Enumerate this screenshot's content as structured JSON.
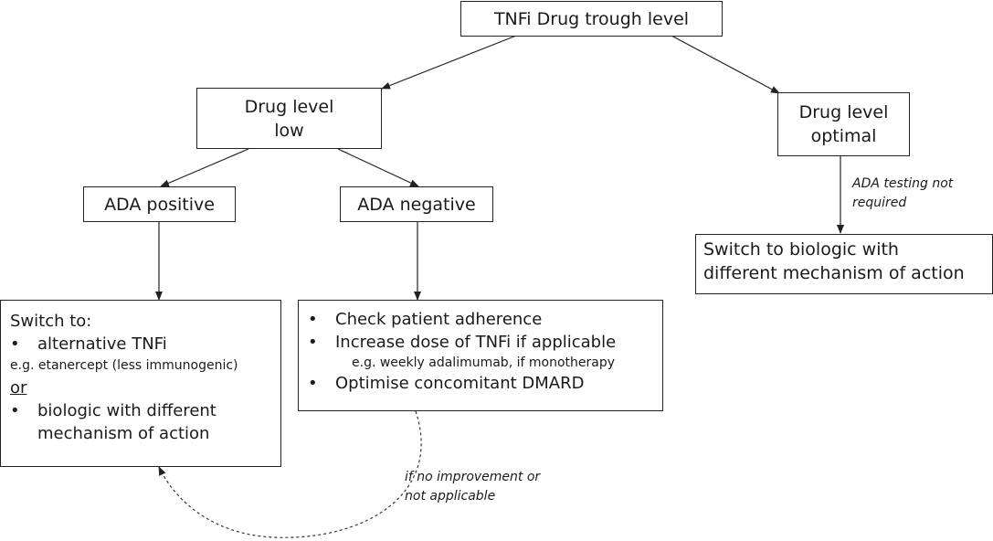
{
  "nodes": {
    "root": "TNFi Drug trough level",
    "low_line1": "Drug level",
    "low_line2": "low",
    "optimal_line1": "Drug level",
    "optimal_line2": "optimal",
    "ada_pos": "ADA positive",
    "ada_neg": "ADA negative",
    "switch_right_line1": "Switch to biologic with",
    "switch_right_line2": "different mechanism of action"
  },
  "switch_box": {
    "heading": "Switch to:",
    "bullet": "•",
    "item1": "alternative TNFi",
    "item1_example": "e.g. etanercept (less immunogenic)",
    "or": "or",
    "item2_line1": "biologic with different",
    "item2_line2": "mechanism of action"
  },
  "neg_box": {
    "bullet": "•",
    "item1": "Check patient adherence",
    "item2": "Increase dose of TNFi if applicable",
    "item2_example": "e.g. weekly adalimumab, if monotherapy",
    "item3": "Optimise concomitant DMARD"
  },
  "notes": {
    "ada_testing_line1": "ADA testing not",
    "ada_testing_line2": "required",
    "no_improve_line1": "if no improvement or",
    "no_improve_line2": "not applicable"
  }
}
